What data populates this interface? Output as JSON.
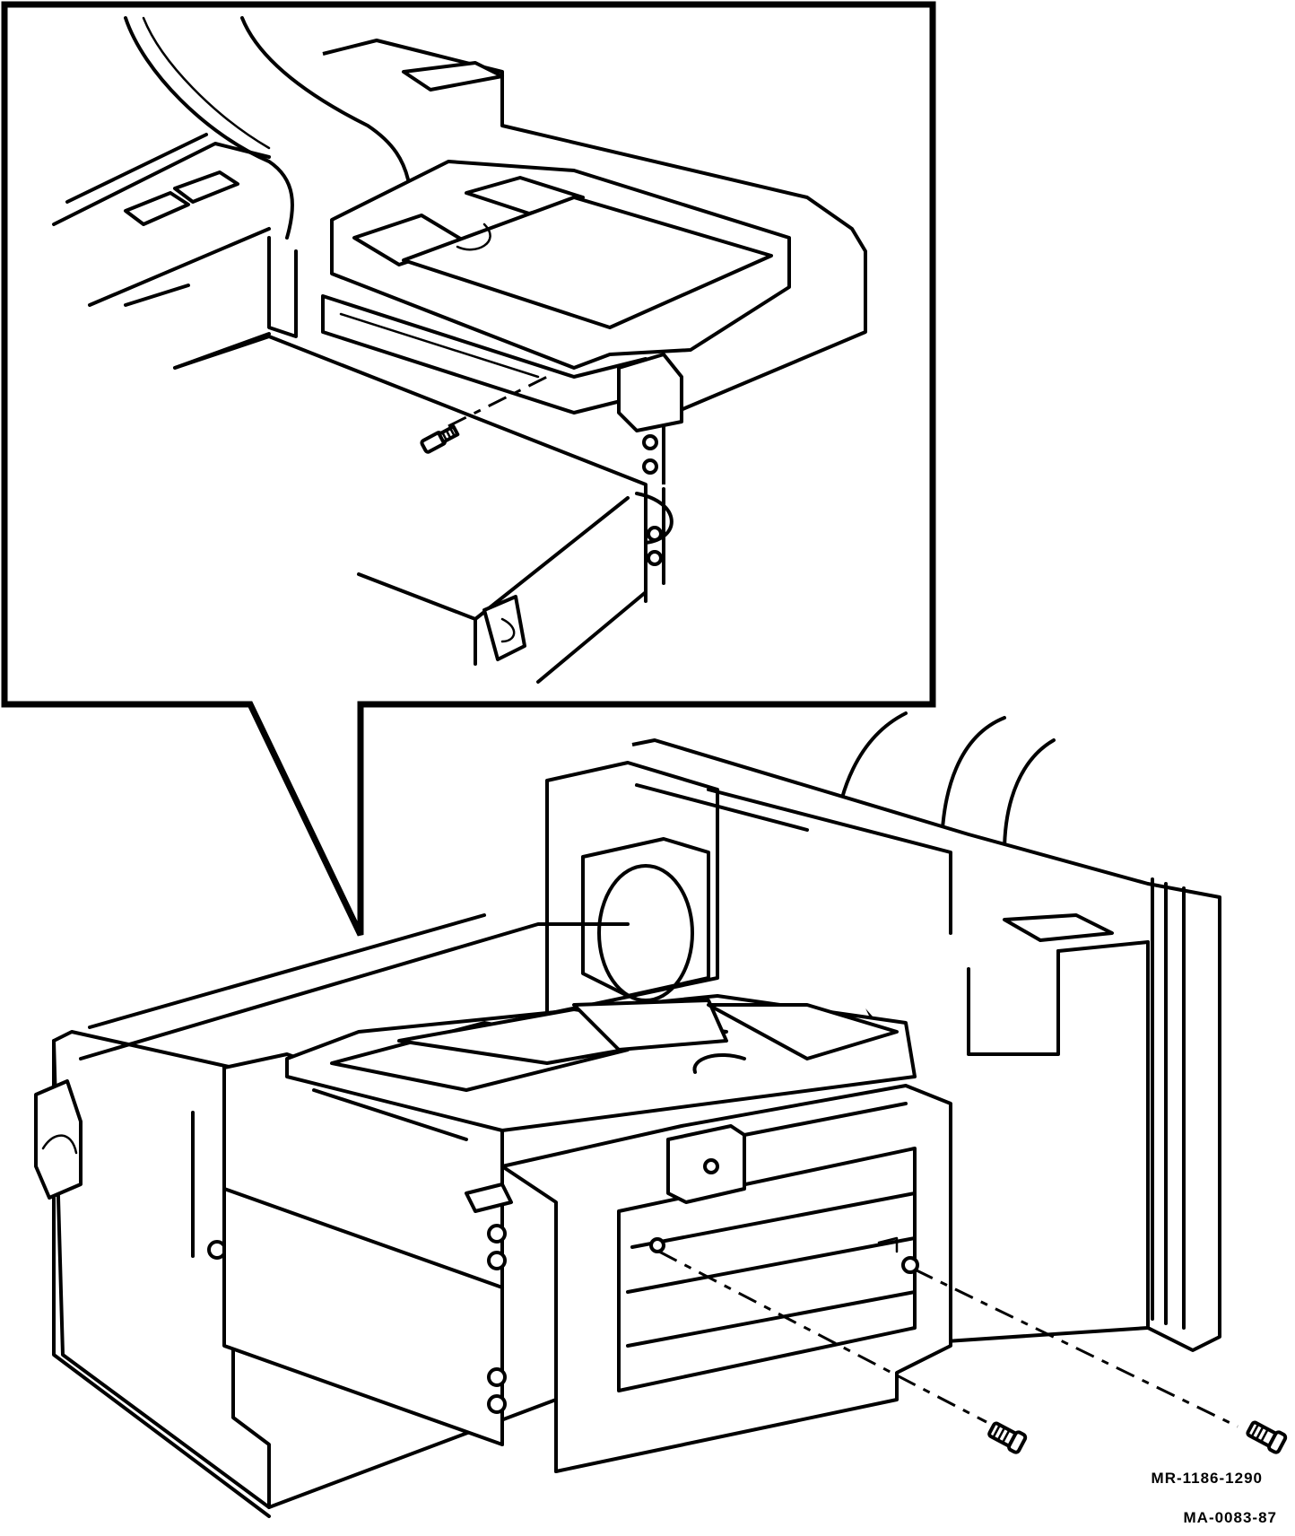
{
  "figure": {
    "reference_codes": [
      "MR-1186-1290",
      "MA-0083-87"
    ],
    "parts": {
      "detail_inset": "detail-callout",
      "drive": "hard-disk-drive",
      "screws": [
        "mounting-screw",
        "mounting-screw",
        "mounting-screw"
      ]
    }
  }
}
